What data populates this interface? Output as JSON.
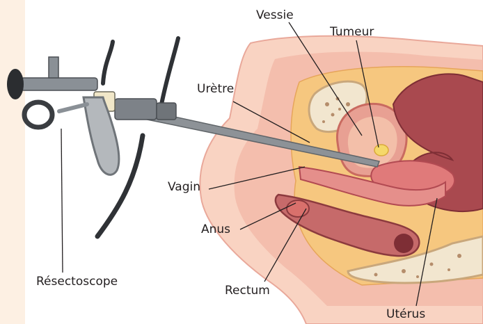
{
  "labels": {
    "vessie": "Vessie",
    "tumeur": "Tumeur",
    "uretre": "Urètre",
    "vagin": "Vagin",
    "anus": "Anus",
    "resectoscope": "Résectoscope",
    "rectum": "Rectum",
    "uterus": "Utérus"
  },
  "colors": {
    "side_strip": "#fdf0e3",
    "skin": "#f7c7b4",
    "tissue": "#e58f8b",
    "fat": "#f6c77f",
    "bone": "#f2e6cf",
    "uterus": "#a9494f",
    "instrument": "#7d8288",
    "label_line": "#231f20"
  }
}
